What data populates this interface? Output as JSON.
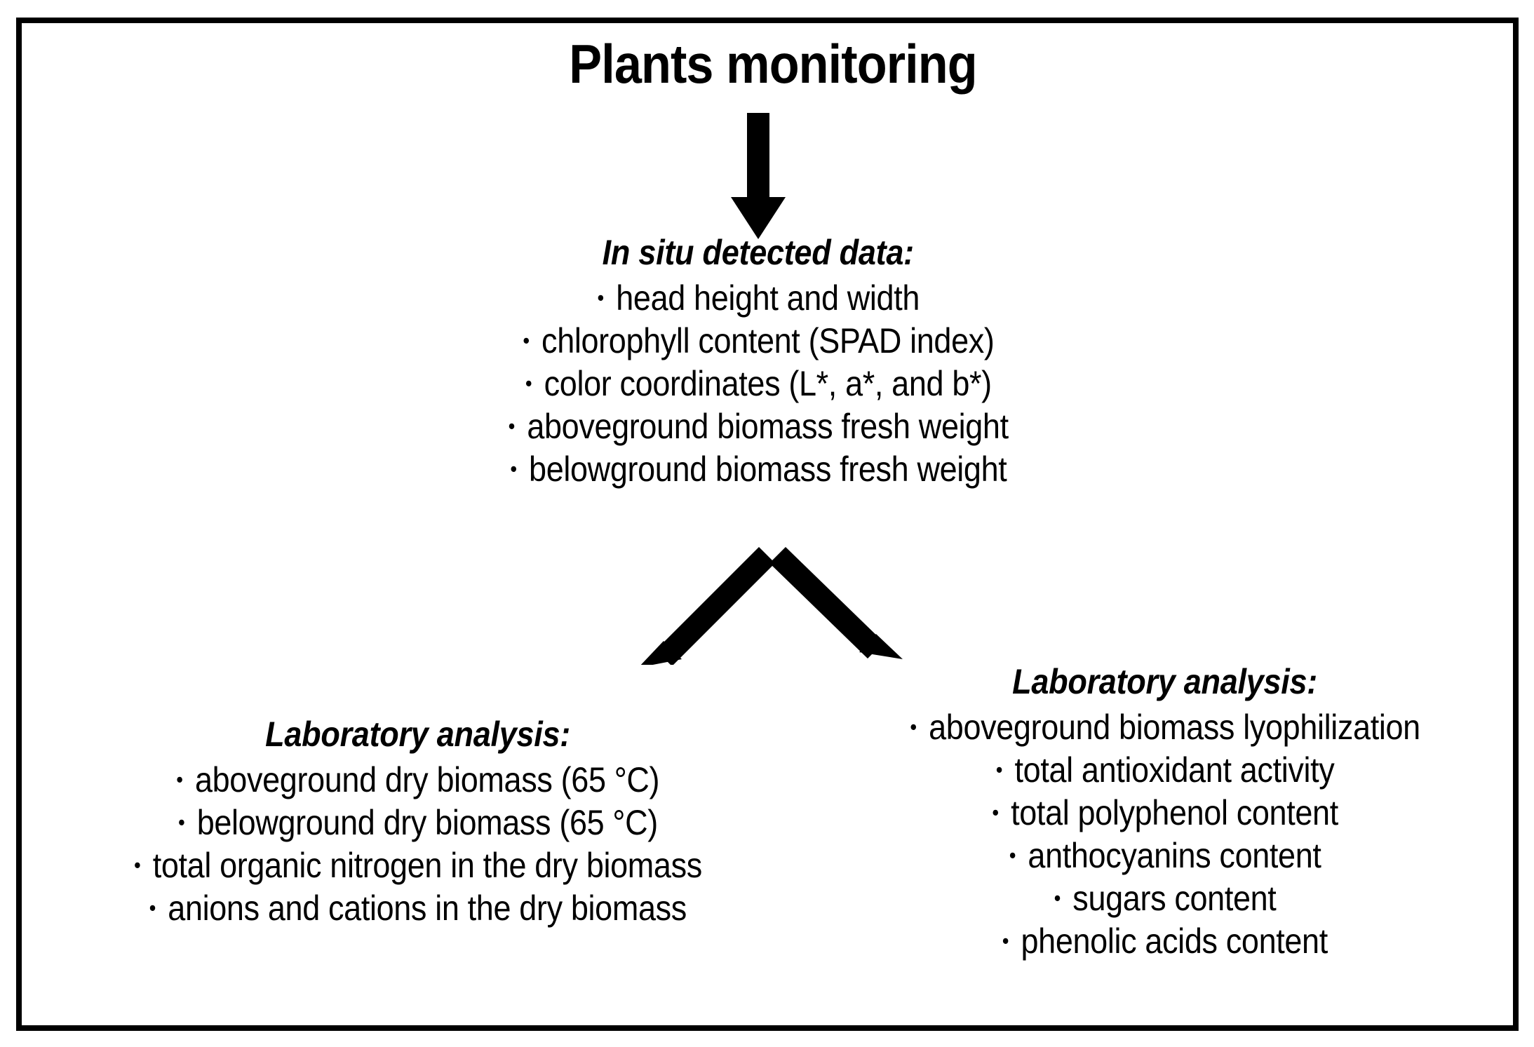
{
  "figure": {
    "border_color": "#000000",
    "background_color": "#ffffff",
    "text_color": "#000000"
  },
  "title": "Plants monitoring",
  "connectors": {
    "main_arrow": "down-arrow-icon",
    "branch_left_arrow": "diagonal-down-left-arrow-icon",
    "branch_right_arrow": "diagonal-down-right-arrow-icon"
  },
  "in_situ": {
    "heading": "In situ detected data:",
    "bullet": "•",
    "items": [
      "head height and width",
      "chlorophyll content (SPAD index)",
      "color coordinates (L*, a*, and b*)",
      "aboveground biomass fresh weight",
      "belowground biomass fresh weight"
    ]
  },
  "lab_left": {
    "heading": "Laboratory analysis:",
    "bullet": "•",
    "items": [
      "aboveground dry biomass (65 °C)",
      "belowground dry biomass (65 °C)",
      "total organic nitrogen in the dry biomass",
      "anions and cations in the dry biomass"
    ]
  },
  "lab_right": {
    "heading": "Laboratory analysis:",
    "bullet": "•",
    "items": [
      "aboveground biomass lyophilization",
      "total antioxidant activity",
      "total polyphenol content",
      "anthocyanins content",
      "sugars content",
      "phenolic acids content"
    ]
  }
}
